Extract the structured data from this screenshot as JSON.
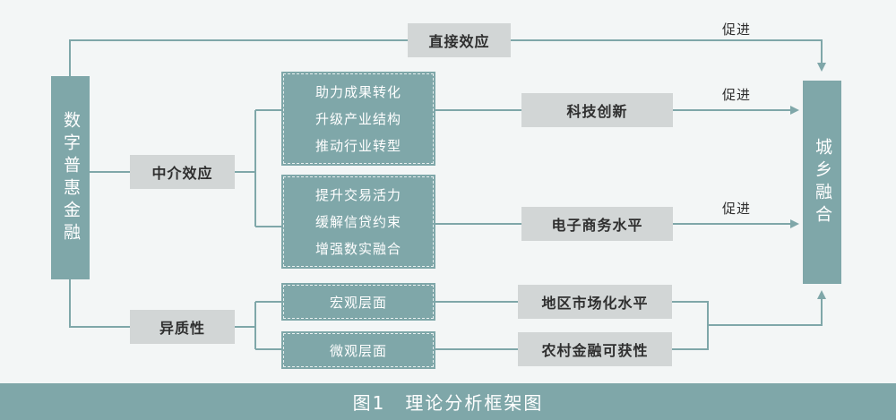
{
  "source_node": "数字普惠金融",
  "target_node": "城乡融合",
  "direct_effect": "直接效应",
  "mediating_effect": "中介效应",
  "heterogeneity": "异质性",
  "mechanism_group_1": [
    "助力成果转化",
    "升级产业结构",
    "推动行业转型"
  ],
  "mechanism_group_2": [
    "提升交易活力",
    "缓解信贷约束",
    "增强数实融合"
  ],
  "mediator_1": "科技创新",
  "mediator_2": "电子商务水平",
  "macro_level": "宏观层面",
  "micro_level": "微观层面",
  "macro_factor": "地区市场化水平",
  "micro_factor": "农村金融可获性",
  "promote_labels": [
    "促进",
    "促进",
    "促进"
  ],
  "caption": {
    "number": "图1",
    "title": "理论分析框架图"
  },
  "colors": {
    "teal": "#7fa7a9",
    "grey_box": "#d2d6d6",
    "background": "#f3f6f6"
  }
}
